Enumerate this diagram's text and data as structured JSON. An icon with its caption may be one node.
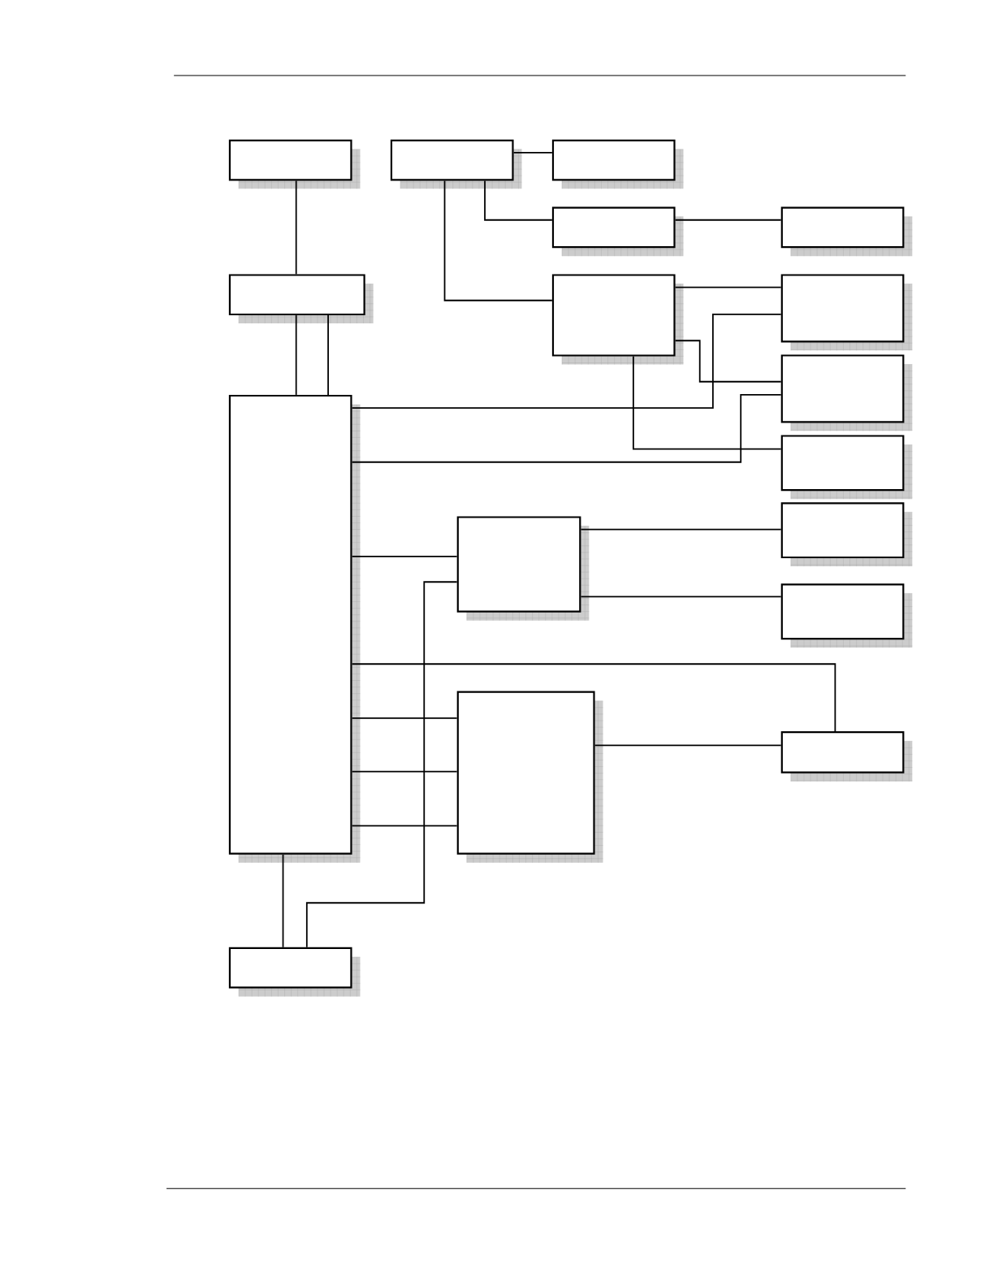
{
  "diagram": {
    "nodes": [
      {
        "text": [],
        "shape": "box"
      },
      {
        "text": [],
        "shape": "box"
      },
      {
        "text": [],
        "shape": "box"
      },
      {
        "text": [],
        "shape": "box"
      },
      {
        "text": [],
        "shape": "box"
      },
      {
        "text": [],
        "shape": "box"
      },
      {
        "text": [],
        "shape": "box"
      },
      {
        "text": [],
        "shape": "box"
      },
      {
        "text": [],
        "shape": "box"
      },
      {
        "text": [],
        "shape": "box"
      },
      {
        "text": [],
        "shape": "box"
      },
      {
        "text": [],
        "shape": "box"
      },
      {
        "text": [],
        "shape": "box"
      },
      {
        "text": [],
        "shape": "box"
      },
      {
        "text": [],
        "shape": "box"
      },
      {
        "text": [],
        "shape": "box"
      },
      {
        "text": [],
        "shape": "box"
      }
    ],
    "edges": [
      {
        "from": 0,
        "to": 4,
        "arrow": "none"
      },
      {
        "from": 1,
        "to": 2,
        "arrow": "none"
      },
      {
        "from": 1,
        "to": 3,
        "arrow": "none"
      },
      {
        "from": 1,
        "to": 5,
        "arrow": "none"
      },
      {
        "from": 3,
        "to": 6,
        "arrow": "none"
      },
      {
        "from": 4,
        "to": 8,
        "arrow": "none"
      },
      {
        "from": 4,
        "to": 8,
        "arrow": "none"
      },
      {
        "from": 5,
        "to": 7,
        "arrow": "none"
      },
      {
        "from": 5,
        "to": 9,
        "arrow": "none"
      },
      {
        "from": 5,
        "to": 10,
        "arrow": "none"
      },
      {
        "from": 8,
        "to": 7,
        "arrow": "none"
      },
      {
        "from": 8,
        "to": 9,
        "arrow": "none"
      },
      {
        "from": 8,
        "to": 11,
        "arrow": "none"
      },
      {
        "from": 16,
        "to": 11,
        "arrow": "none"
      },
      {
        "from": 11,
        "to": 12,
        "arrow": "none"
      },
      {
        "from": 11,
        "to": 13,
        "arrow": "none"
      },
      {
        "from": 8,
        "to": 15,
        "arrow": "none"
      },
      {
        "from": 8,
        "to": 14,
        "arrow": "none"
      },
      {
        "from": 8,
        "to": 14,
        "arrow": "none"
      },
      {
        "from": 8,
        "to": 14,
        "arrow": "none"
      },
      {
        "from": 14,
        "to": 15,
        "arrow": "none"
      },
      {
        "from": 8,
        "to": 16,
        "arrow": "none"
      }
    ]
  }
}
